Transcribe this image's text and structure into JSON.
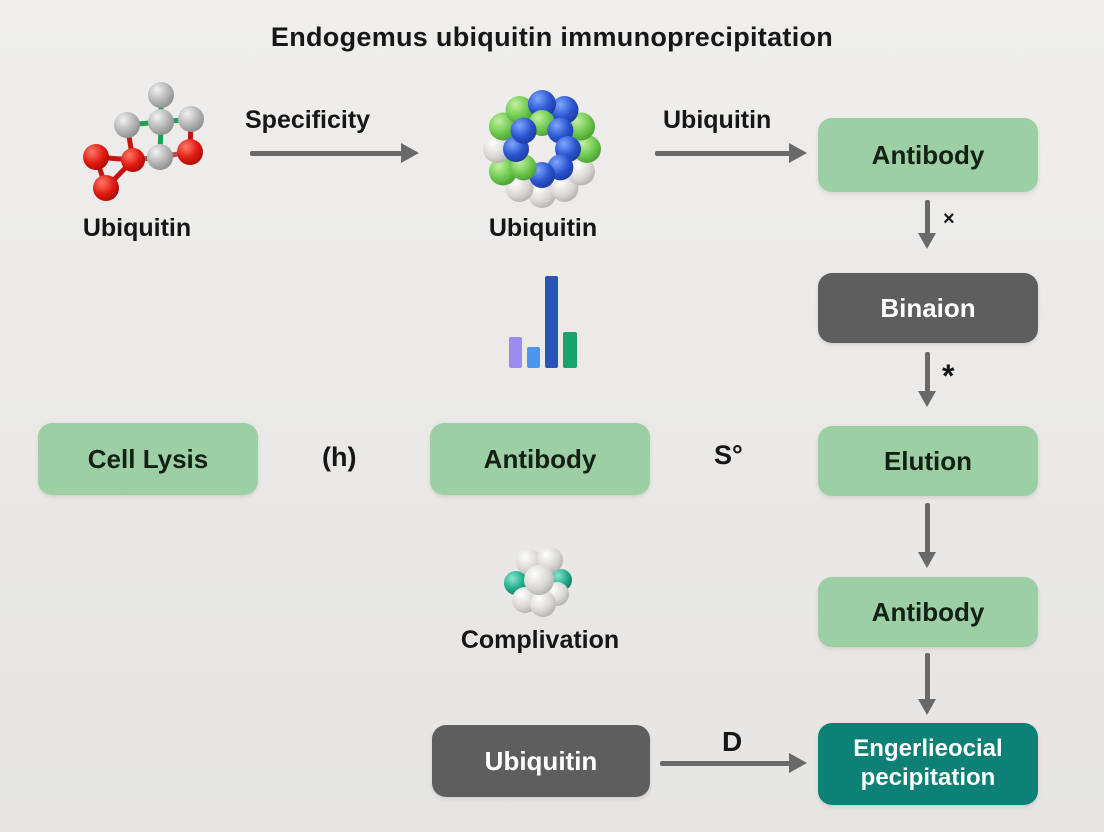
{
  "title": "Endogemus ubiquitin immunoprecipitation",
  "top_row": {
    "ubiquitin_label": "Ubiquitin",
    "specificity_label": "Specificity",
    "cluster_label": "Ubiquitin",
    "ubiquitin_arrow_label": "Ubiquitin"
  },
  "right_column": {
    "antibody_top": "Antibody",
    "cross_mark": "×",
    "binding_box": "Binaion",
    "asterisk_mark": "*",
    "elution_box": "Elution",
    "antibody_lower": "Antibody",
    "final_box": {
      "line1": "Engerlieocial",
      "line2": "pecipitation"
    }
  },
  "middle_row": {
    "cell_lysis_box": "Cell Lysis",
    "h_label": "(h)",
    "antibody_box": "Antibody",
    "s_label": "S°"
  },
  "bottom_row": {
    "complex_label": "Complivation",
    "ubiquitin_box": "Ubiquitin",
    "d_label": "D"
  },
  "bar_icon": {
    "bars": [
      {
        "color": "#9b8cee",
        "w": 13,
        "h": 31
      },
      {
        "color": "#4d96f0",
        "w": 13,
        "h": 21
      },
      {
        "color": "#2b52b5",
        "w": 13,
        "h": 92
      },
      {
        "color": "#17a36b",
        "w": 14,
        "h": 36
      }
    ]
  },
  "colors": {
    "background": "#eae9e7",
    "box_green": "#9ccfa4",
    "box_dark": "#5e5e5e",
    "box_teal": "#0d8175",
    "arrow": "#696969"
  }
}
